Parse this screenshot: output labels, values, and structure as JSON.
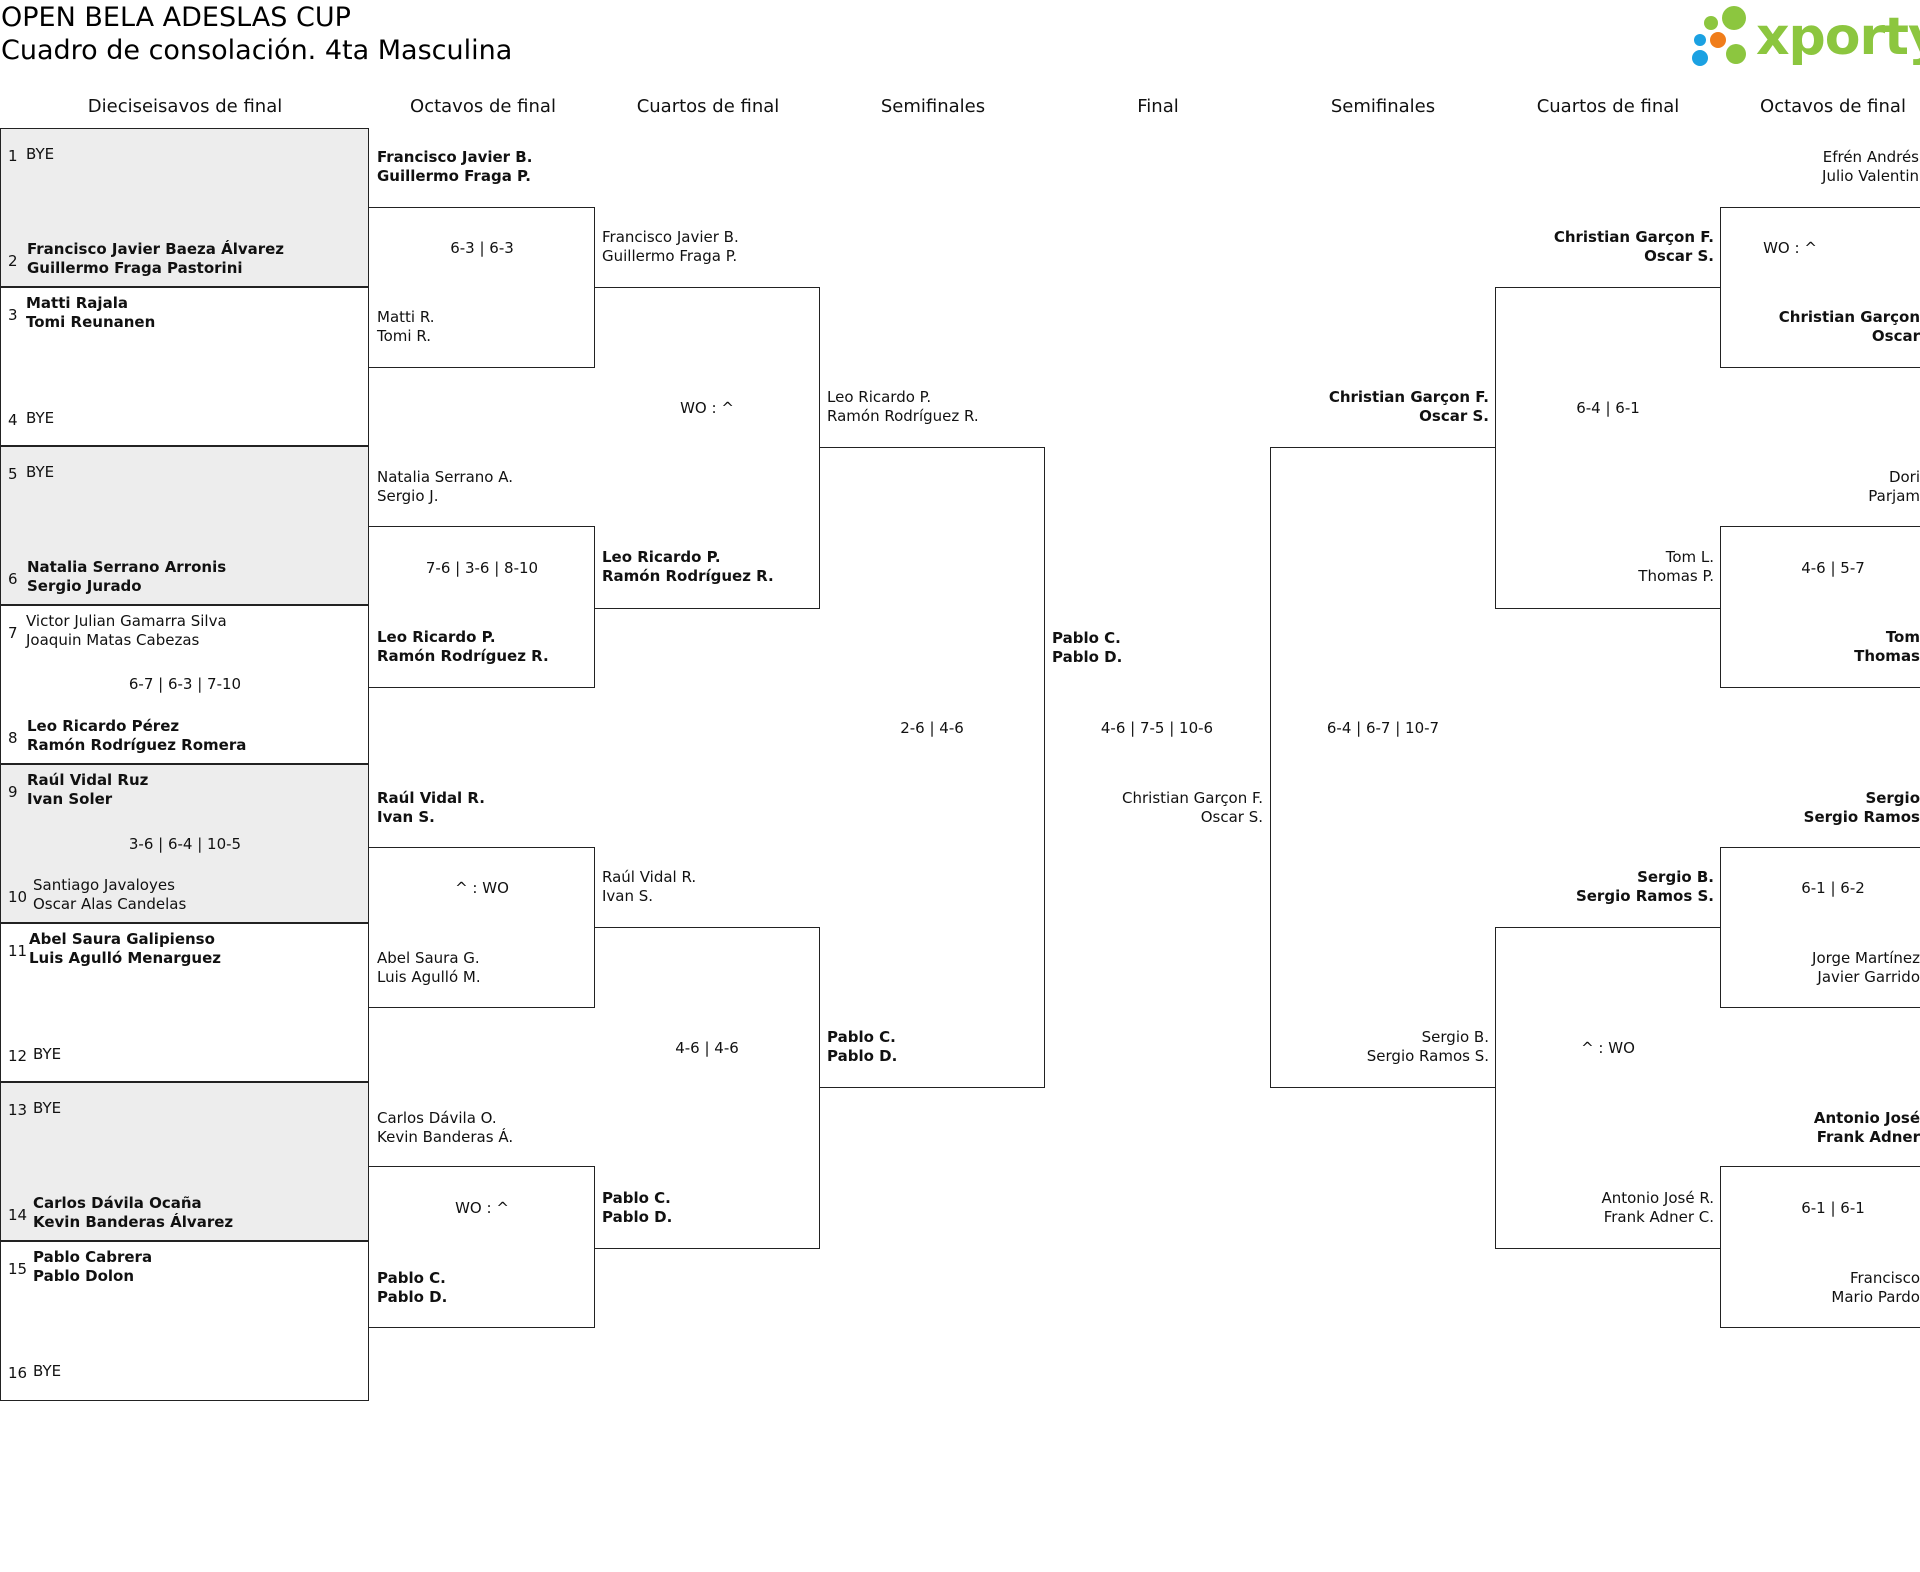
{
  "title": {
    "line1": "OPEN BELA ADESLAS CUP",
    "line2": "Cuadro de consolación. 4ta Masculina"
  },
  "logo": {
    "text": "xporty",
    "colors": [
      "#8cc63f",
      "#f07d1a",
      "#1ba1e2"
    ]
  },
  "round_headers": [
    "Dieciseisavos de final",
    "Octavos de final",
    "Cuartos de final",
    "Semifinales",
    "Final",
    "Semifinales",
    "Cuartos de final",
    "Octavos de final"
  ],
  "r1_entries": [
    {
      "num": "1",
      "p1": "BYE",
      "p2": ""
    },
    {
      "num": "2",
      "p1": "Francisco Javier Baeza Álvarez",
      "p2": "Guillermo Fraga Pastorini"
    },
    {
      "num": "3",
      "p1": "Matti Rajala",
      "p2": "Tomi Reunanen"
    },
    {
      "num": "4",
      "p1": "BYE",
      "p2": ""
    },
    {
      "num": "5",
      "p1": "BYE",
      "p2": ""
    },
    {
      "num": "6",
      "p1": "Natalia Serrano Arronis",
      "p2": "Sergio Jurado"
    },
    {
      "num": "7",
      "p1": "Victor Julian Gamarra Silva",
      "p2": "Joaquin Matas Cabezas"
    },
    {
      "num": "8",
      "p1": "Leo Ricardo Pérez",
      "p2": "Ramón Rodríguez Romera"
    },
    {
      "num": "9",
      "p1": "Raúl Vidal Ruz",
      "p2": "Ivan Soler"
    },
    {
      "num": "10",
      "p1": "Santiago Javaloyes",
      "p2": "Oscar Alas Candelas"
    },
    {
      "num": "11",
      "p1": "Abel Saura Galipienso",
      "p2": "Luis Agulló Menarguez"
    },
    {
      "num": "12",
      "p1": "BYE",
      "p2": ""
    },
    {
      "num": "13",
      "p1": "BYE",
      "p2": ""
    },
    {
      "num": "14",
      "p1": "Carlos Dávila Ocaña",
      "p2": "Kevin Banderas Álvarez"
    },
    {
      "num": "15",
      "p1": "Pablo Cabrera",
      "p2": "Pablo Dolon"
    },
    {
      "num": "16",
      "p1": "BYE",
      "p2": ""
    }
  ],
  "r1_scores": [
    "6-7 | 6-3 | 7-10",
    "3-6 | 6-4 | 10-5"
  ],
  "left_r2": [
    {
      "p1": "Francisco Javier B.",
      "p2": "Guillermo Fraga P."
    },
    {
      "p1": "Matti R.",
      "p2": "Tomi R."
    },
    {
      "p1": "Natalia Serrano A.",
      "p2": "Sergio J."
    },
    {
      "p1": "Leo Ricardo P.",
      "p2": "Ramón Rodríguez R."
    },
    {
      "p1": "Raúl Vidal R.",
      "p2": "Ivan S."
    },
    {
      "p1": "Abel Saura G.",
      "p2": "Luis Agulló M."
    },
    {
      "p1": "Carlos Dávila O.",
      "p2": "Kevin Banderas Á."
    },
    {
      "p1": "Pablo C.",
      "p2": "Pablo D."
    }
  ],
  "left_r2_scores": [
    "6-3 | 6-3",
    "7-6 | 3-6 | 8-10",
    "^ : WO",
    "WO : ^"
  ],
  "left_r3": [
    {
      "p1": "Francisco Javier B.",
      "p2": "Guillermo Fraga P."
    },
    {
      "p1": "Leo Ricardo P.",
      "p2": "Ramón Rodríguez R."
    },
    {
      "p1": "Raúl Vidal R.",
      "p2": "Ivan S."
    },
    {
      "p1": "Pablo C.",
      "p2": "Pablo D."
    }
  ],
  "left_r3_scores": [
    "WO : ^",
    "4-6 | 4-6"
  ],
  "left_r4": [
    {
      "p1": "Leo Ricardo P.",
      "p2": "Ramón Rodríguez R."
    },
    {
      "p1": "Pablo C.",
      "p2": "Pablo D."
    }
  ],
  "left_r4_score": "2-6 | 4-6",
  "final": {
    "left": {
      "p1": "Pablo C.",
      "p2": "Pablo D."
    },
    "right": {
      "p1": "Christian Garçon F.",
      "p2": "Oscar S."
    },
    "score": "4-6 | 7-5 | 10-6"
  },
  "right_r4": [
    {
      "p1": "Christian Garçon F.",
      "p2": "Oscar S."
    },
    {
      "p1": "Sergio B.",
      "p2": "Sergio Ramos S."
    }
  ],
  "right_r4_score": "6-4 | 6-7 | 10-7",
  "right_r3": [
    {
      "p1": "Christian Garçon F.",
      "p2": "Oscar S."
    },
    {
      "p1": "Tom L.",
      "p2": "Thomas P."
    },
    {
      "p1": "Sergio B.",
      "p2": "Sergio Ramos S."
    },
    {
      "p1": "Antonio José R.",
      "p2": "Frank Adner C."
    }
  ],
  "right_r3_scores": [
    "6-4 | 6-1",
    "^ : WO"
  ],
  "right_r2": [
    {
      "p1": "Efrén Andrés",
      "p2": "Julio Valentin"
    },
    {
      "p1": "Christian Garçon",
      "p2": "Oscar"
    },
    {
      "p1": "Dori",
      "p2": "Parjam"
    },
    {
      "p1": "Tom",
      "p2": "Thomas"
    },
    {
      "p1": "Sergio",
      "p2": "Sergio Ramos"
    },
    {
      "p1": "Jorge Martínez",
      "p2": "Javier Garrido"
    },
    {
      "p1": "Antonio José",
      "p2": "Frank Adner"
    },
    {
      "p1": "Francisco",
      "p2": "Mario Pardo"
    }
  ],
  "right_r2_scores": [
    "WO : ^",
    "4-6 | 5-7",
    "6-1 | 6-2",
    "6-1 | 6-1"
  ]
}
